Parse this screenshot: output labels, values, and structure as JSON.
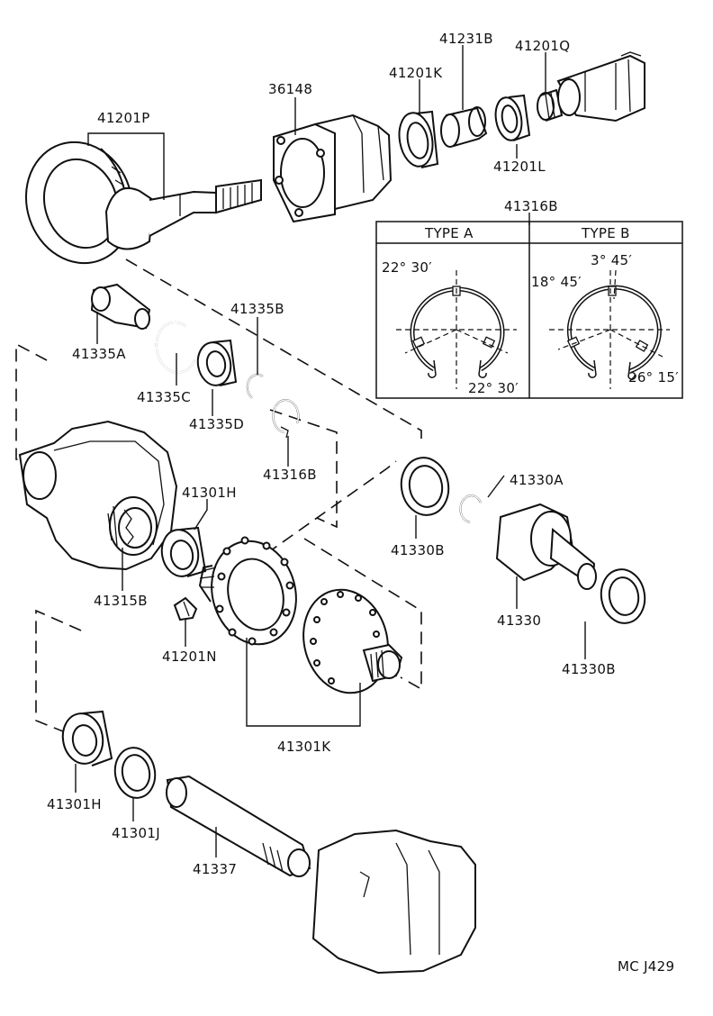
{
  "labels": {
    "p41201P": "41201P",
    "p36148": "36148",
    "p41231B": "41231B",
    "p41201K": "41201K",
    "p41201Q": "41201Q",
    "p41201L": "41201L",
    "p41316B_detail": "41316B",
    "p41335A": "41335A",
    "p41335B": "41335B",
    "p41335C": "41335C",
    "p41335D": "41335D",
    "p41316B": "41316B",
    "p41301H_top": "41301H",
    "p41315B": "41315B",
    "p41201N": "41201N",
    "p41330A": "41330A",
    "p41330B_left": "41330B",
    "p41330": "41330",
    "p41330B_right": "41330B",
    "p41301K": "41301K",
    "p41301H_bottom": "41301H",
    "p41301J": "41301J",
    "p41337": "41337"
  },
  "detail": {
    "type_a": "TYPE A",
    "type_b": "TYPE B",
    "a_top_angle": "22° 30′",
    "a_bottom_angle": "22° 30′",
    "b_top_angle": "3° 45′",
    "b_left_angle": "18° 45′",
    "b_bottom_angle": "26° 15′"
  },
  "figure_code": "MC J429"
}
